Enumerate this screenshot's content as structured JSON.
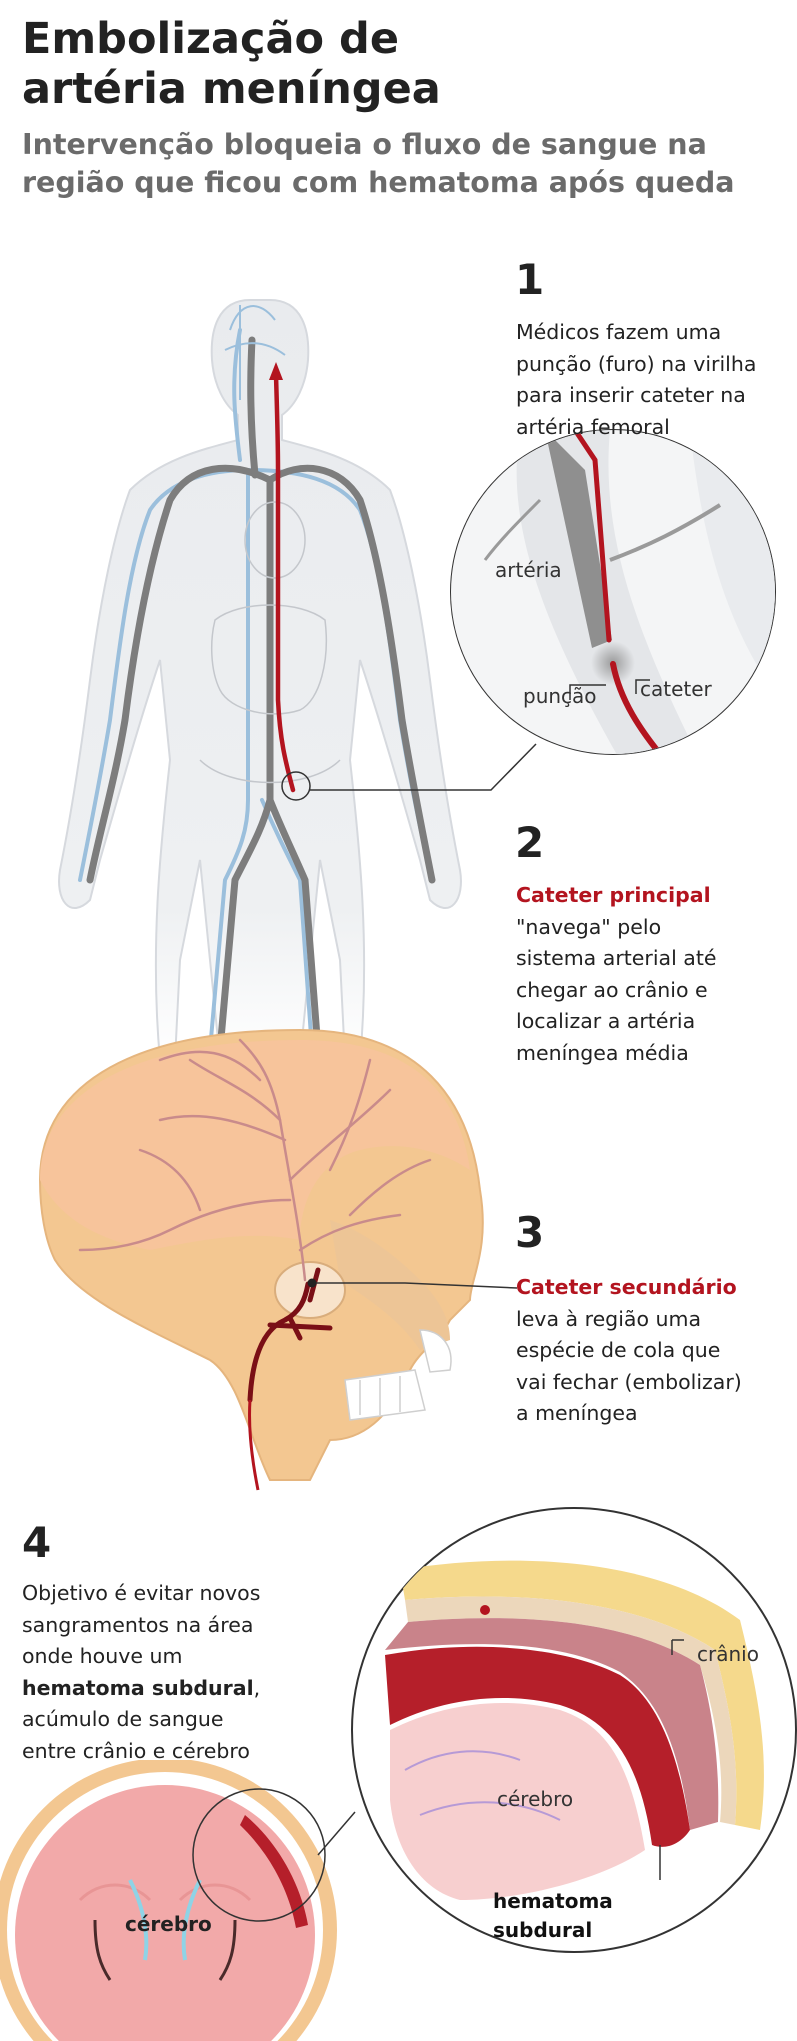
{
  "header": {
    "title_line1": "Embolização de",
    "title_line2": "artéria meníngea",
    "subtitle_line1": "Intervenção bloqueia o fluxo de sangue na",
    "subtitle_line2": "região que ficou com hematoma após queda"
  },
  "steps": [
    {
      "number": "1",
      "lines": [
        "Médicos fazem uma",
        "punção (furo) na virilha",
        "para inserir cateter na",
        "artéria femoral"
      ]
    },
    {
      "number": "2",
      "highlight": "Cateter principal",
      "lines": [
        "\"navega\" pelo",
        "sistema arterial até",
        "chegar ao crânio e",
        "localizar a artéria",
        "meníngea média"
      ]
    },
    {
      "number": "3",
      "highlight": "Cateter secundário",
      "lines": [
        "leva à região uma",
        "espécie de cola que",
        "vai fechar (embolizar)",
        "a meníngea"
      ]
    },
    {
      "number": "4",
      "line1": "Objetivo é evitar novos",
      "line2": "sangramentos na área",
      "line3": "onde houve um",
      "bold": "hematoma subdural",
      "bold_suffix": ",",
      "line5": "acúmulo de sangue",
      "line6": "entre crânio e cérebro"
    }
  ],
  "labels": {
    "arteria": "artéria",
    "puncao": "punção",
    "cateter": "cateter",
    "cranio": "crânio",
    "cerebro_zoom": "cérebro",
    "cerebro_section": "cérebro",
    "hematoma_line1": "hematoma",
    "hematoma_line2": "subdural"
  },
  "colors": {
    "catheter": "#b3141f",
    "artery": "#7d7d7d",
    "vein": "#9bbfdc",
    "skull": "#f3c791",
    "text_highlight": "#b3141f"
  }
}
